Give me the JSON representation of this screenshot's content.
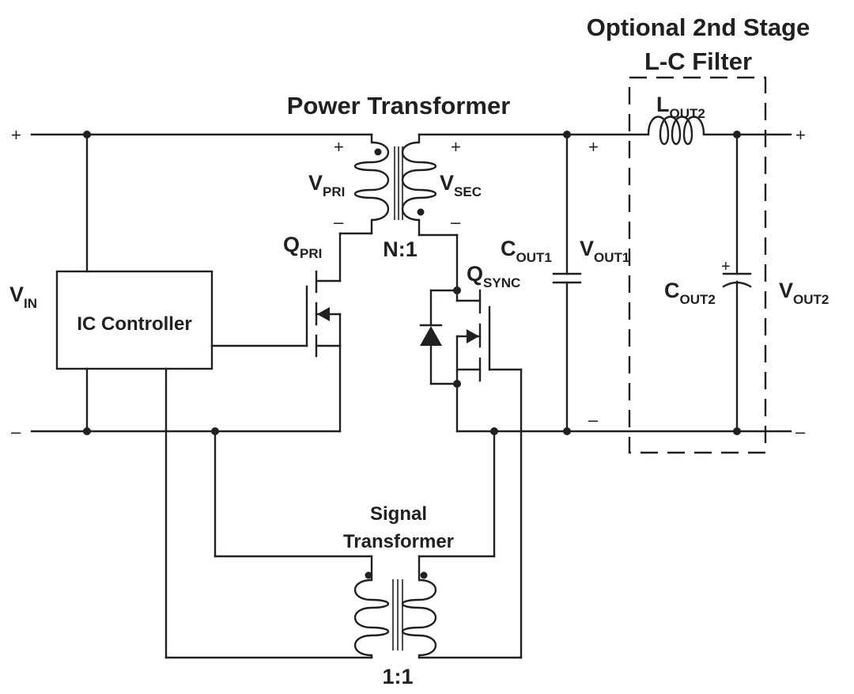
{
  "diagram": {
    "title_filter_line1": "Optional 2nd Stage",
    "title_filter_line2": "L-C Filter",
    "title_power_transformer": "Power Transformer",
    "title_signal_line1": "Signal",
    "title_signal_line2": "Transformer",
    "ratio_power": "N:1",
    "ratio_signal": "1:1",
    "ic_controller": "IC Controller",
    "plus": "+",
    "minus": "–",
    "labels": {
      "vin": {
        "main": "V",
        "sub": "IN"
      },
      "vpri": {
        "main": "V",
        "sub": "PRI"
      },
      "vsec": {
        "main": "V",
        "sub": "SEC"
      },
      "qpri": {
        "main": "Q",
        "sub": "PRI"
      },
      "qsync": {
        "main": "Q",
        "sub": "SYNC"
      },
      "cout1": {
        "main": "C",
        "sub": "OUT1"
      },
      "vout1": {
        "main": "V",
        "sub": "OUT1"
      },
      "lout2": {
        "main": "L",
        "sub": "OUT2"
      },
      "cout2": {
        "main": "C",
        "sub": "OUT2"
      },
      "vout2": {
        "main": "V",
        "sub": "OUT2"
      }
    },
    "icons": [
      "inductor-coil-icon",
      "capacitor-icon",
      "mosfet-icon",
      "diode-icon",
      "junction-dot-icon"
    ],
    "colors": {
      "ink": "#231f20",
      "background": "#ffffff"
    }
  }
}
